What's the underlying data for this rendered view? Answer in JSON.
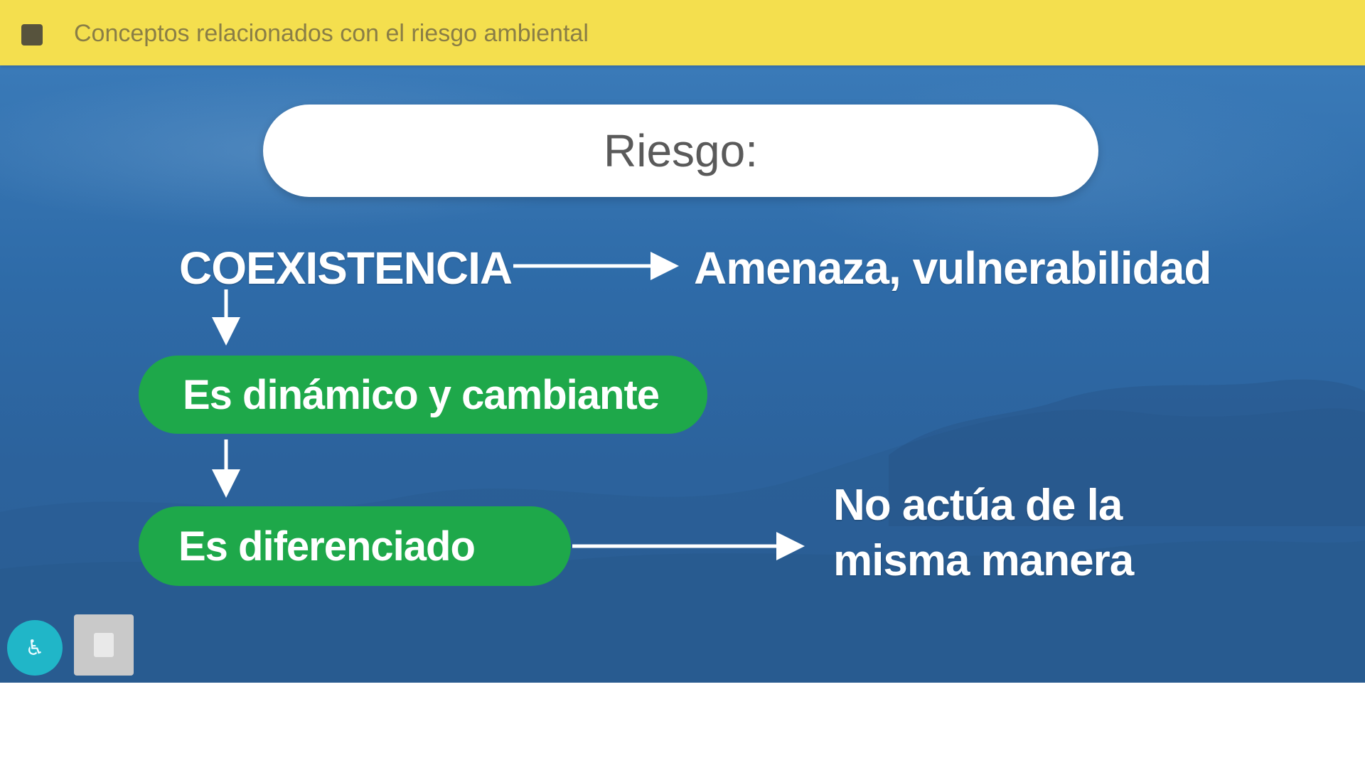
{
  "header": {
    "title": "Conceptos relacionados con el riesgo ambiental",
    "menu_icon": "menu-icon"
  },
  "slide": {
    "heading": "Riesgo:",
    "coexistencia": "COEXISTENCIA",
    "amenaza": "Amenaza, vulnerabilidad",
    "dinamico": "Es dinámico y cambiante",
    "diferenciado": "Es diferenciado",
    "no_actua_line1": "No actúa de la",
    "no_actua_line2": "misma manera"
  },
  "controls": {
    "circle_button_icon": "accessibility-icon",
    "square_button_icon": "document-icon"
  },
  "colors": {
    "header_bg": "#f4df4e",
    "slide_bg": "#2e6ba8",
    "pill_green": "#1ea84a",
    "circle_button": "#20b6c8"
  }
}
